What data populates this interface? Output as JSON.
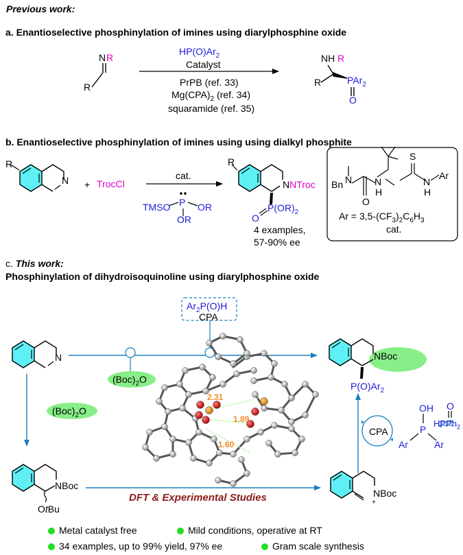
{
  "colors": {
    "accent_blue": "#1a7fbf",
    "reagent_blue": "#1a1ad6",
    "magenta": "#e000c8",
    "cyan_ring": "#5ff0f5",
    "green_oval": "#88ee88",
    "dark_red": "#8b1a1a",
    "orange_label": "#f28a2e",
    "bullet_green": "#22dd22"
  },
  "header": {
    "previous_work": "Previous work:"
  },
  "section_a": {
    "title": "a. Enantioselective phosphinylation of imines using diarylphosphine oxide",
    "substrate_N": "N",
    "substrate_R_mag": "R",
    "substrate_R": "R",
    "reagent": "HP(O)Ar",
    "reagent_sub": "2",
    "catalyst": "Catalyst",
    "cond1": "PrPB (ref. 33)",
    "cond2_a": "Mg(CPA)",
    "cond2_sub": "2",
    "cond2_b": " (ref. 34)",
    "cond3": "squaramide (ref. 35)",
    "prod_NH": "NH",
    "prod_R_mag": "R",
    "prod_R": "R",
    "prod_P": "PAr",
    "prod_P_sub": "2",
    "prod_O": "O"
  },
  "section_b": {
    "title": "b.  Enantioselective phosphinylation of imines using using dialkyl phosphite",
    "sub_R": "R",
    "sub_N": "N",
    "plus": "+",
    "trocl": "TrocCl",
    "cat": "cat.",
    "phos_P": "P",
    "phos_TMSO": "TMSO",
    "phos_OR1": "OR",
    "phos_OR2": "OR",
    "prod_R": "R",
    "prod_NTroc": "NTroc",
    "prod_O": "O",
    "prod_P": "P(OR)",
    "prod_P_sub": "2",
    "examples": "4 examples,",
    "ee": "57-90% ee",
    "box_Bn": "Bn",
    "box_N1": "N",
    "box_N2": "N",
    "box_N3": "N",
    "box_H1": "H",
    "box_H2": "H",
    "box_O": "O",
    "box_S": "S",
    "box_Ar": "Ar",
    "box_formula": "Ar = 3,5-(CF",
    "box_formula_sub1": "3",
    "box_formula_b": ")",
    "box_formula_sub2": "2",
    "box_formula_c": "C",
    "box_formula_sub3": "6",
    "box_formula_d": "H",
    "box_formula_sub4": "3",
    "box_cat": "cat."
  },
  "section_c": {
    "label_c": "c. ",
    "label_this": "This work:",
    "title": "Phosphinylation of dihydroisoquinoline using diarylphosphine oxide",
    "reagent": "Ar",
    "reagent_sub": "2",
    "reagent_b": "P(O)H",
    "cpa": "CPA",
    "sm_N": "N",
    "boc2o_a": "(Boc)",
    "boc2o_sub": "2",
    "boc2o_b": "O",
    "boc2o_left_a": "(Boc)",
    "boc2o_left_sub": "2",
    "boc2o_left_b": "O",
    "prod_NBoc": "NBoc",
    "prod_P": "P(O)Ar",
    "prod_P_sub": "2",
    "int_NBoc": "NBoc",
    "int_OtBu_a": "O",
    "int_OtBu_b": "t",
    "int_OtBu_c": "Bu",
    "dft": "DFT & Experimental Studies",
    "imin_N": "N",
    "imin_Boc": "Boc",
    "imin_plus": "+",
    "cycle_cpa": "CPA",
    "pa_OH": "OH",
    "pa_P": "P",
    "pa_Ar1": "Ar",
    "pa_Ar2": "Ar",
    "po_O": "O",
    "po_text": "HPPh",
    "po_sub": "2",
    "dist1": "2.31",
    "dist2": "1.89",
    "dist3": "1.60"
  },
  "features": [
    "Metal catalyst free",
    "Mild conditions, operative at RT",
    "34 examples, up to 99% yield, 97% ee",
    "Gram scale synthesis"
  ]
}
